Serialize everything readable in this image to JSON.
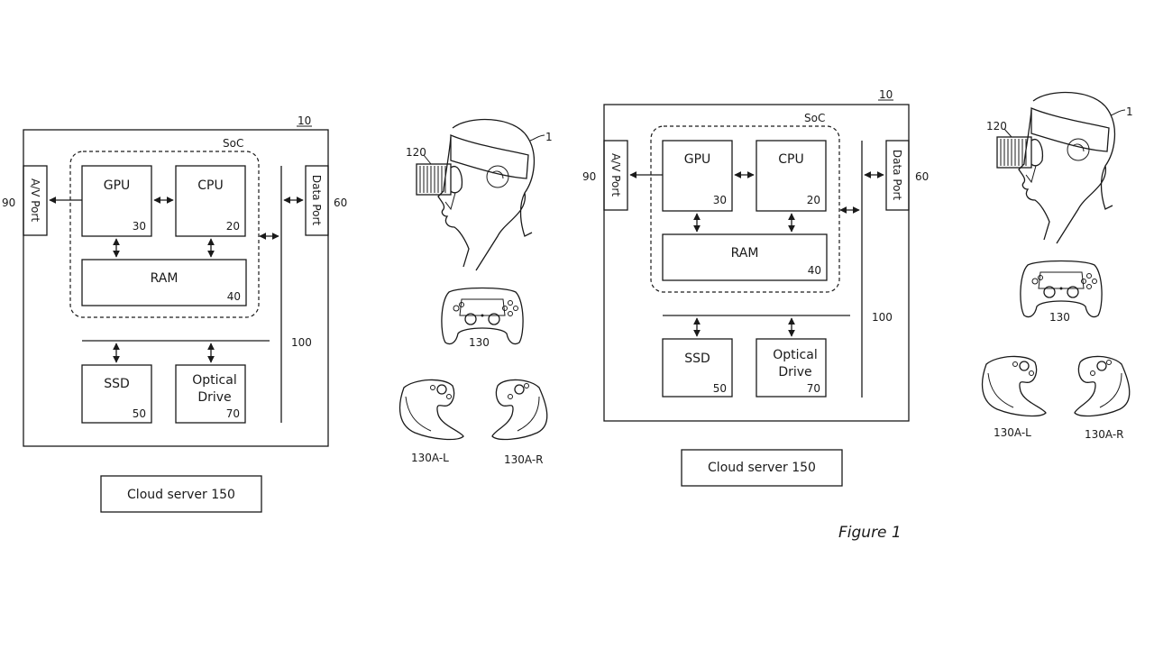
{
  "panels": [
    {
      "ref_10": "10",
      "soc": "SoC",
      "gpu": "GPU",
      "gpu_num": "30",
      "cpu": "CPU",
      "cpu_num": "20",
      "ram": "RAM",
      "ram_num": "40",
      "ssd": "SSD",
      "ssd_num": "50",
      "optical_line1": "Optical",
      "optical_line2": "Drive",
      "optical_num": "70",
      "bus_num": "100",
      "av_port": "A/V Port",
      "av_num": "90",
      "data_port": "Data Port",
      "data_num": "60",
      "cloud": "Cloud server 150"
    },
    {
      "ref_10": "10",
      "soc": "SoC",
      "gpu": "GPU",
      "gpu_num": "30",
      "cpu": "CPU",
      "cpu_num": "20",
      "ram": "RAM",
      "ram_num": "40",
      "ssd": "SSD",
      "ssd_num": "50",
      "optical_line1": "Optical",
      "optical_line2": "Drive",
      "optical_num": "70",
      "bus_num": "100",
      "av_port": "A/V Port",
      "av_num": "90",
      "data_port": "Data Port",
      "data_num": "60",
      "cloud": "Cloud server 150"
    }
  ],
  "devices": [
    {
      "user_num": "1",
      "hmd_num": "120",
      "controller_num": "130",
      "left_label": "130A-L",
      "right_label": "130A-R"
    },
    {
      "user_num": "1",
      "hmd_num": "120",
      "controller_num": "130",
      "left_label": "130A-L",
      "right_label": "130A-R"
    }
  ],
  "figure_caption": "Figure 1"
}
